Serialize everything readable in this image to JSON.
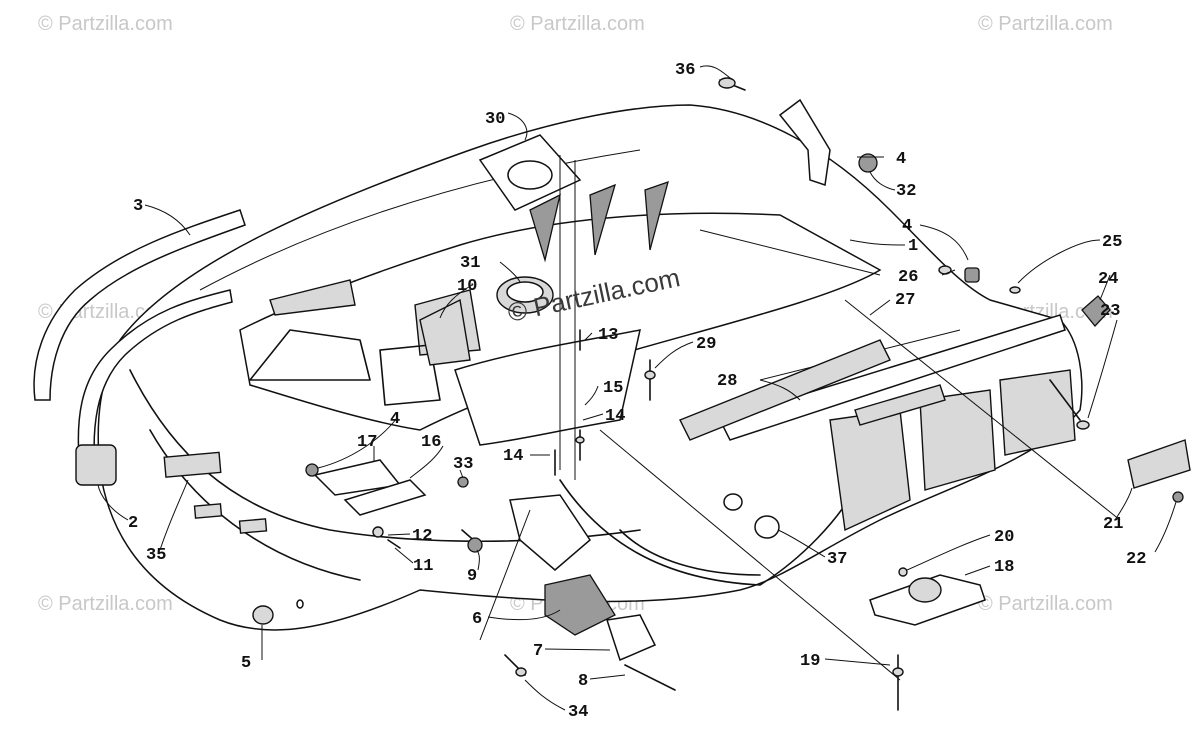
{
  "watermarks": {
    "corner_text": "© Partzilla.com",
    "center_text": "© Partzilla.com"
  },
  "callouts": [
    {
      "id": "c36",
      "label": "36"
    },
    {
      "id": "c30",
      "label": "30"
    },
    {
      "id": "c4a",
      "label": "4"
    },
    {
      "id": "c32",
      "label": "32"
    },
    {
      "id": "c3",
      "label": "3"
    },
    {
      "id": "c1",
      "label": "1"
    },
    {
      "id": "c4b",
      "label": "4"
    },
    {
      "id": "c25",
      "label": "25"
    },
    {
      "id": "c31",
      "label": "31"
    },
    {
      "id": "c10",
      "label": "10"
    },
    {
      "id": "c26",
      "label": "26"
    },
    {
      "id": "c24",
      "label": "24"
    },
    {
      "id": "c27",
      "label": "27"
    },
    {
      "id": "c23",
      "label": "23"
    },
    {
      "id": "c13",
      "label": "13"
    },
    {
      "id": "c29",
      "label": "29"
    },
    {
      "id": "c28",
      "label": "28"
    },
    {
      "id": "c15",
      "label": "15"
    },
    {
      "id": "c14a",
      "label": "14"
    },
    {
      "id": "c4c",
      "label": "4"
    },
    {
      "id": "c17",
      "label": "17"
    },
    {
      "id": "c16",
      "label": "16"
    },
    {
      "id": "c14b",
      "label": "14"
    },
    {
      "id": "c33",
      "label": "33"
    },
    {
      "id": "c2",
      "label": "2"
    },
    {
      "id": "c12",
      "label": "12"
    },
    {
      "id": "c21",
      "label": "21"
    },
    {
      "id": "c35",
      "label": "35"
    },
    {
      "id": "c11",
      "label": "11"
    },
    {
      "id": "c9",
      "label": "9"
    },
    {
      "id": "c37",
      "label": "37"
    },
    {
      "id": "c20",
      "label": "20"
    },
    {
      "id": "c18",
      "label": "18"
    },
    {
      "id": "c22",
      "label": "22"
    },
    {
      "id": "c6",
      "label": "6"
    },
    {
      "id": "c7",
      "label": "7"
    },
    {
      "id": "c5",
      "label": "5"
    },
    {
      "id": "c19",
      "label": "19"
    },
    {
      "id": "c8",
      "label": "8"
    },
    {
      "id": "c34",
      "label": "34"
    }
  ]
}
